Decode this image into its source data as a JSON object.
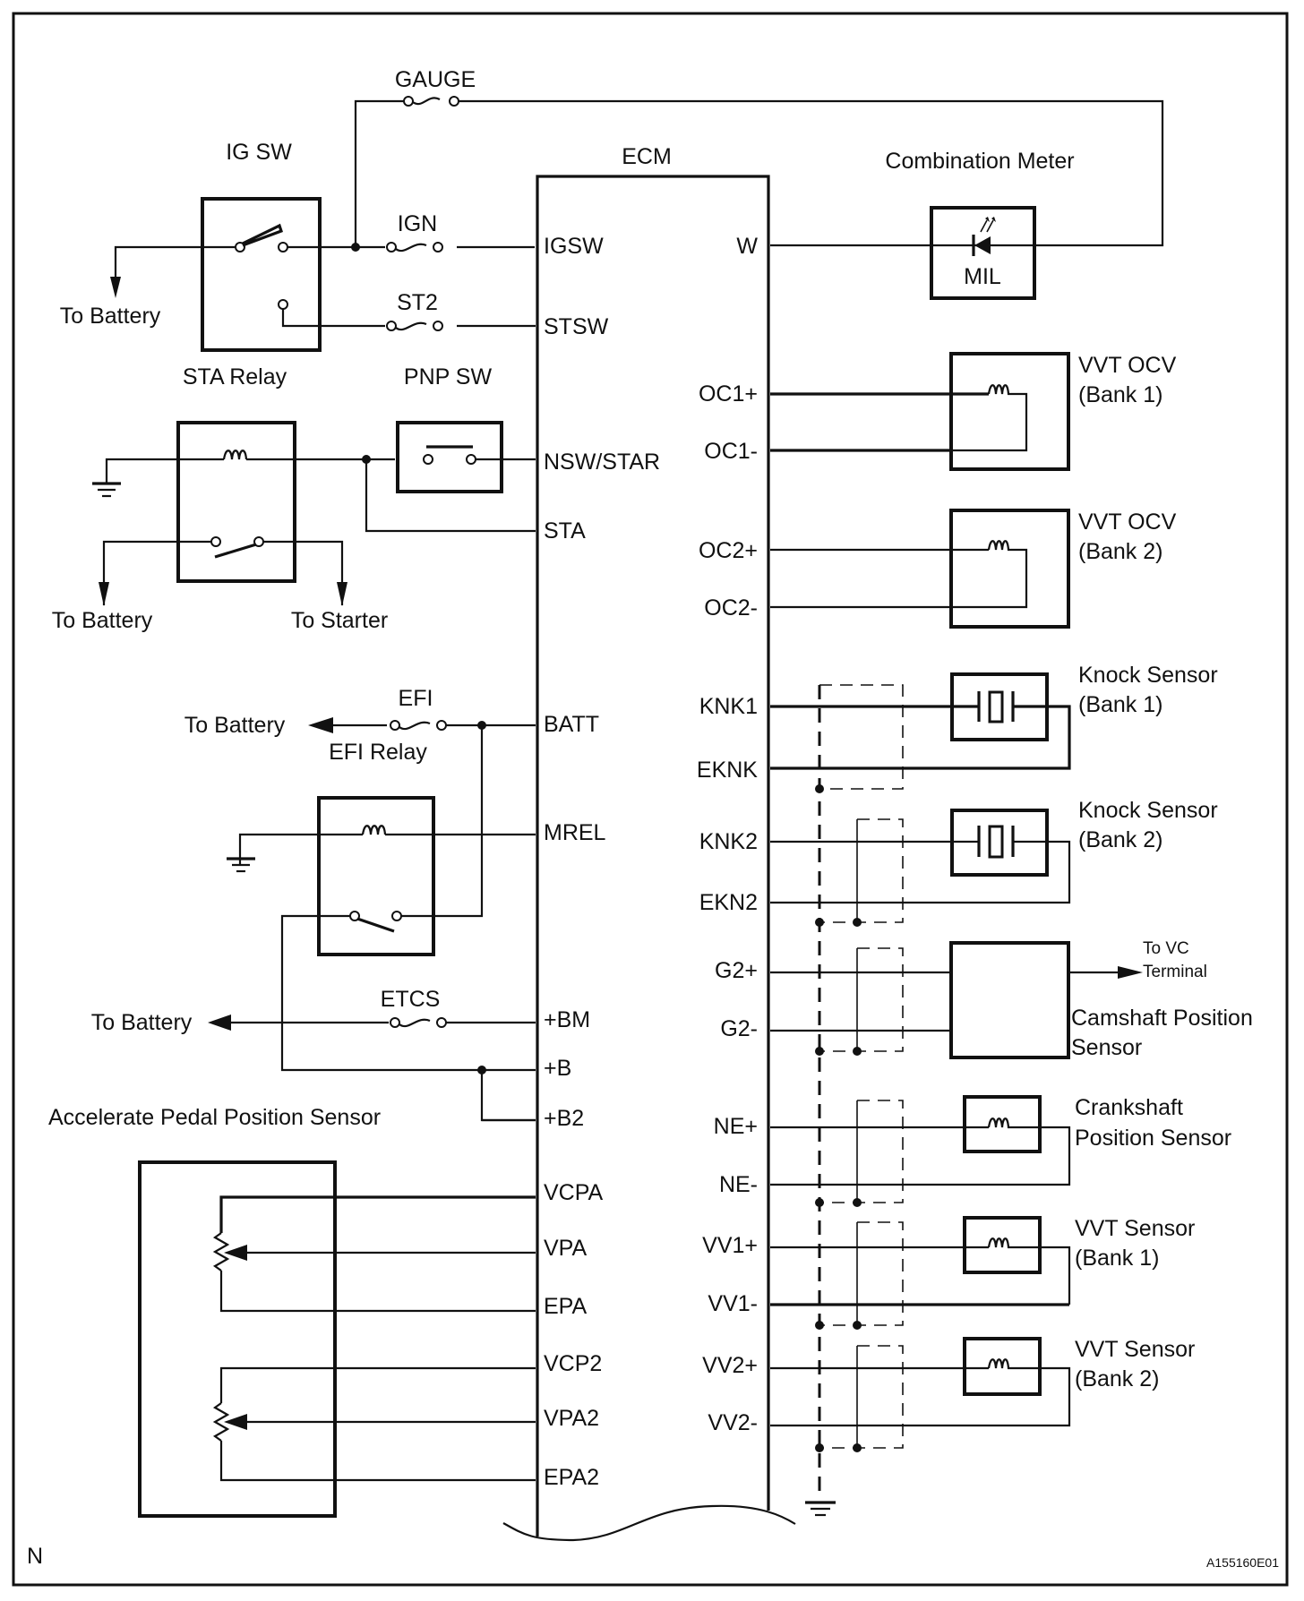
{
  "diagram": {
    "ecm_title": "ECM",
    "figure_code": "A155160E01",
    "corner_mark": "N"
  },
  "components": {
    "ig_sw": "IG SW",
    "sta_relay": "STA Relay",
    "pnp_sw": "PNP SW",
    "efi_relay": "EFI Relay",
    "accel_sensor": "Accelerate Pedal Position Sensor",
    "combination_meter": "Combination Meter",
    "mil": "MIL",
    "vvt_ocv_1": [
      "VVT OCV",
      "(Bank 1)"
    ],
    "vvt_ocv_2": [
      "VVT OCV",
      "(Bank 2)"
    ],
    "knock_1": [
      "Knock Sensor",
      "(Bank 1)"
    ],
    "knock_2": [
      "Knock Sensor",
      "(Bank 2)"
    ],
    "camshaft": [
      "Camshaft Position",
      "Sensor"
    ],
    "crankshaft": [
      "Crankshaft",
      "Position Sensor"
    ],
    "vvt_sensor_1": [
      "VVT Sensor",
      "(Bank 1)"
    ],
    "vvt_sensor_2": [
      "VVT Sensor",
      "(Bank 2)"
    ]
  },
  "fuses": {
    "gauge": "GAUGE",
    "ign": "IGN",
    "st2": "ST2",
    "efi": "EFI",
    "etcs": "ETCS"
  },
  "destinations": {
    "battery_ig": "To Battery",
    "battery_sta": "To Battery",
    "starter": "To Starter",
    "battery_efi": "To Battery",
    "battery_etcs": "To Battery",
    "vc_terminal": [
      "To VC",
      "Terminal"
    ]
  },
  "ecm_left_pins": [
    "IGSW",
    "STSW",
    "NSW/STAR",
    "STA",
    "BATT",
    "MREL",
    "+BM",
    "+B",
    "+B2",
    "VCPA",
    "VPA",
    "EPA",
    "VCP2",
    "VPA2",
    "EPA2"
  ],
  "ecm_right_pins": [
    "W",
    "OC1+",
    "OC1-",
    "OC2+",
    "OC2-",
    "KNK1",
    "EKNK",
    "KNK2",
    "EKN2",
    "G2+",
    "G2-",
    "NE+",
    "NE-",
    "VV1+",
    "VV1-",
    "VV2+",
    "VV2-"
  ]
}
